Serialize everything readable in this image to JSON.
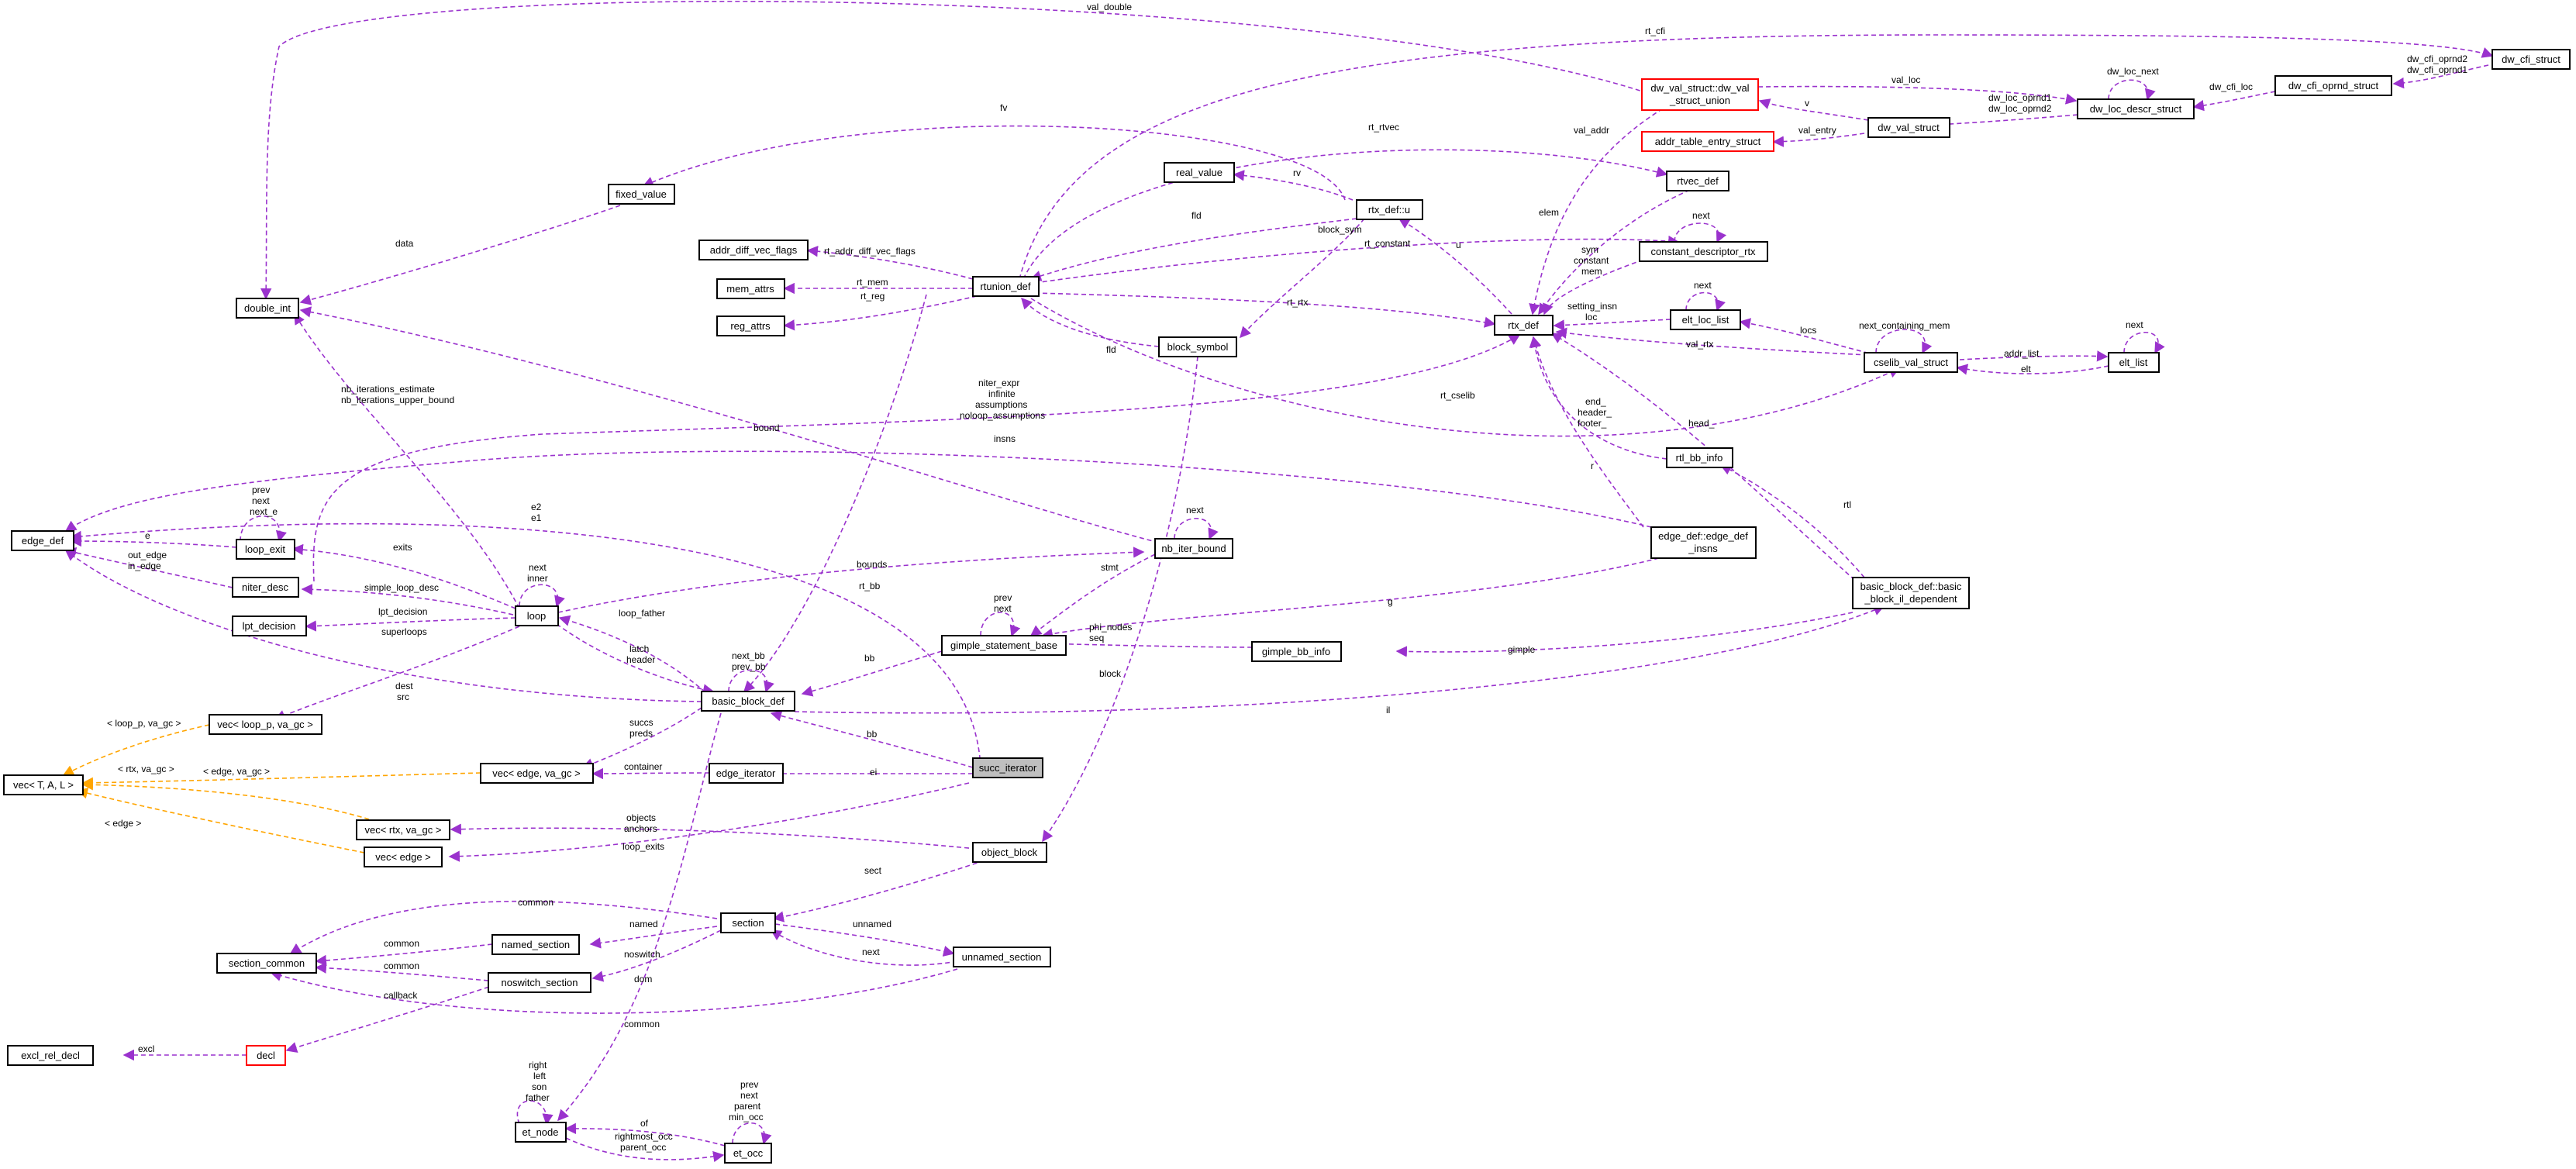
{
  "colors": {
    "usage": "#9a32cd",
    "template": "#ffa500",
    "red_border": "#ff0000",
    "focus_fill": "#bfbfbf"
  },
  "nodes": {
    "dw_cfi_struct": "dw_cfi_struct",
    "dw_cfi_oprnd_struct": "dw_cfi_oprnd_struct",
    "dw_val_union_1": "dw_val_struct::dw_val",
    "dw_val_union_2": "_struct_union",
    "dw_loc_descr_struct": "dw_loc_descr_struct",
    "dw_val_struct": "dw_val_struct",
    "addr_table_entry_struct": "addr_table_entry_struct",
    "rtvec_def": "rtvec_def",
    "fixed_value": "fixed_value",
    "real_value": "real_value",
    "rtx_def_u": "rtx_def::u",
    "constant_descriptor_rtx": "constant_descriptor_rtx",
    "addr_diff_vec_flags": "addr_diff_vec_flags",
    "double_int": "double_int",
    "mem_attrs": "mem_attrs",
    "rtunion_def": "rtunion_def",
    "rtx_def": "rtx_def",
    "elt_loc_list": "elt_loc_list",
    "reg_attrs": "reg_attrs",
    "block_symbol": "block_symbol",
    "cselib_val_struct": "cselib_val_struct",
    "elt_list": "elt_list",
    "rtl_bb_info": "rtl_bb_info",
    "edge_def": "edge_def",
    "loop_exit": "loop_exit",
    "nb_iter_bound": "nb_iter_bound",
    "edge_def_insns_1": "edge_def::edge_def",
    "edge_def_insns_2": "_insns",
    "niter_desc": "niter_desc",
    "loop": "loop",
    "lpt_decision": "lpt_decision",
    "gimple_statement_base": "gimple_statement_base",
    "gimple_bb_info": "gimple_bb_info",
    "bb_il_dep_1": "basic_block_def::basic",
    "bb_il_dep_2": "_block_il_dependent",
    "vec_loop": "vec< loop_p, va_gc >",
    "basic_block_def": "basic_block_def",
    "vec_tal": "vec< T, A, L >",
    "vec_edge_gc": "vec< edge, va_gc >",
    "edge_iterator": "edge_iterator",
    "succ_iterator": "succ_iterator",
    "vec_rtx": "vec< rtx, va_gc >",
    "vec_edge": "vec< edge >",
    "object_block": "object_block",
    "section": "section",
    "named_section": "named_section",
    "unnamed_section": "unnamed_section",
    "section_common": "section_common",
    "noswitch_section": "noswitch_section",
    "excl_rel_decl": "excl_rel_decl",
    "decl": "decl",
    "et_node": "et_node",
    "et_occ": "et_occ"
  },
  "edge_labels": {
    "val_double": "val_double",
    "rt_cfi": "rt_cfi",
    "dw_cfi_oprnd2": "dw_cfi_oprnd2",
    "dw_cfi_oprnd1": "dw_cfi_oprnd1",
    "dw_cfi_loc": "dw_cfi_loc",
    "dw_loc_next": "dw_loc_next",
    "val_loc": "val_loc",
    "dw_loc_oprnd1": "dw_loc_oprnd1",
    "dw_loc_oprnd2": "dw_loc_oprnd2",
    "v": "v",
    "val_entry": "val_entry",
    "val_addr": "val_addr",
    "rt_rtvec": "rt_rtvec",
    "fv": "fv",
    "rv": "rv",
    "fld": "fld",
    "block_sym": "block_sym",
    "rt_addr_diff_vec_flags": "rt_addr_diff_vec_flags",
    "rt_constant": "rt_constant",
    "data": "data",
    "rt_mem": "rt_mem",
    "rt_reg": "rt_reg",
    "rt_rtx": "rt_rtx",
    "u": "u",
    "elem": "elem",
    "next": "next",
    "sym": "sym",
    "constant": "constant",
    "mem": "mem",
    "setting_insn": "setting_insn",
    "loc": "loc",
    "locs": "locs",
    "next_containing_mem": "next_containing_mem",
    "addr_list": "addr_list",
    "elt": "elt",
    "val_rtx": "val_rtx",
    "fld2": "fld",
    "nb_iterations_estimate": "nb_iterations_estimate",
    "nb_iterations_upper_bound": "nb_iterations_upper_bound",
    "niter_expr": "niter_expr",
    "infinite": "infinite",
    "assumptions": "assumptions",
    "noloop_assumptions": "noloop_assumptions",
    "bound": "bound",
    "insns": "insns",
    "head_": "head_",
    "end_": "end_",
    "header_": "header_",
    "footer_": "footer_",
    "rt_cselib": "rt_cselib",
    "rtl": "rtl",
    "r": "r",
    "prev": "prev",
    "next_e": "next_e",
    "e": "e",
    "e2": "e2",
    "e1": "e1",
    "exits": "exits",
    "out_edge": "out_edge",
    "in_edge": "in_edge",
    "inner": "inner",
    "bounds": "bounds",
    "rt_bb": "rt_bb",
    "simple_loop_desc": "simple_loop_desc",
    "stmt": "stmt",
    "g": "g",
    "lpt_decision": "lpt_decision",
    "loop_father": "loop_father",
    "superloops": "superloops",
    "latch": "latch",
    "header": "header",
    "next_bb": "next_bb",
    "prev_bb": "prev_bb",
    "phi_nodes": "phi_nodes",
    "seq": "seq",
    "gimple": "gimple",
    "bb": "bb",
    "block": "block",
    "dest": "dest",
    "src": "src",
    "il": "il",
    "loop_p_va_gc": "< loop_p, va_gc >",
    "succs": "succs",
    "preds": "preds",
    "rtx_va_gc": "< rtx, va_gc >",
    "edge_va_gc": "< edge, va_gc >",
    "container": "container",
    "ei": "ei",
    "edge_t": "< edge >",
    "objects": "objects",
    "anchors": "anchors",
    "loop_exits": "loop_exits",
    "sect": "sect",
    "common": "common",
    "named": "named",
    "unnamed": "unnamed",
    "noswitch": "noswitch",
    "callback": "callback",
    "dom": "dom",
    "excl": "excl",
    "right": "right",
    "left": "left",
    "son": "son",
    "father": "father",
    "parent": "parent",
    "min_occ": "min_occ",
    "of": "of",
    "rightmost_occ": "rightmost_occ",
    "parent_occ": "parent_occ"
  }
}
